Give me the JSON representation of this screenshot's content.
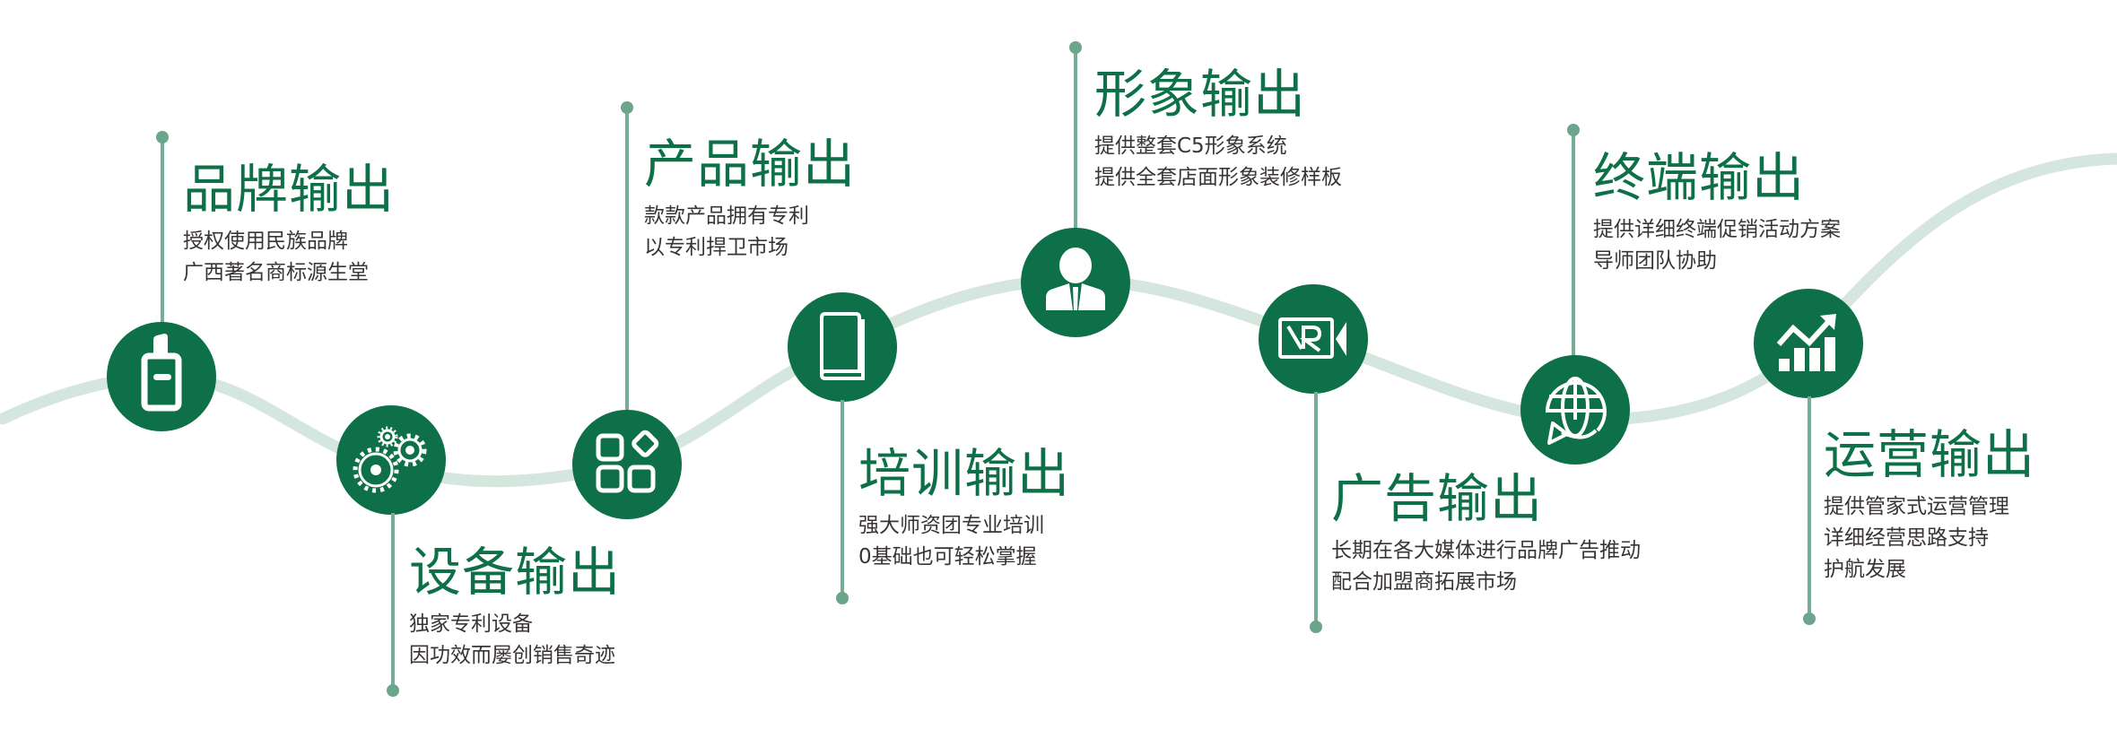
{
  "colors": {
    "primary_green": "#0e7049",
    "wave": "#d5e6de",
    "stem": "#75ad96",
    "dot": "#6aa58c",
    "desc_text": "#3a3535"
  },
  "steps": [
    {
      "title": "品牌输出",
      "icon": "lipstick-icon",
      "lines": [
        "授权使用民族品牌",
        "广西著名商标源生堂"
      ],
      "position": "above"
    },
    {
      "title": "设备输出",
      "icon": "gears-icon",
      "lines": [
        "独家专利设备",
        "因功效而屡创销售奇迹"
      ],
      "position": "below"
    },
    {
      "title": "产品输出",
      "icon": "apps-grid-icon",
      "lines": [
        "款款产品拥有专利",
        "以专利捍卫市场"
      ],
      "position": "above"
    },
    {
      "title": "培训输出",
      "icon": "book-icon",
      "lines": [
        "强大师资团专业培训",
        "0基础也可轻松掌握"
      ],
      "position": "below"
    },
    {
      "title": "形象输出",
      "icon": "businessman-icon",
      "lines": [
        "提供整套C5形象系统",
        "提供全套店面形象装修样板"
      ],
      "position": "above"
    },
    {
      "title": "广告输出",
      "icon": "vr-camera-icon",
      "lines": [
        "长期在各大媒体进行品牌广告推动",
        "配合加盟商拓展市场"
      ],
      "position": "below"
    },
    {
      "title": "终端输出",
      "icon": "globe-refresh-icon",
      "lines": [
        "提供详细终端促销活动方案",
        "导师团队协助"
      ],
      "position": "above"
    },
    {
      "title": "运营输出",
      "icon": "growth-chart-icon",
      "lines": [
        "提供管家式运营管理",
        "详细经营思路支持",
        "护航发展"
      ],
      "position": "below"
    }
  ]
}
